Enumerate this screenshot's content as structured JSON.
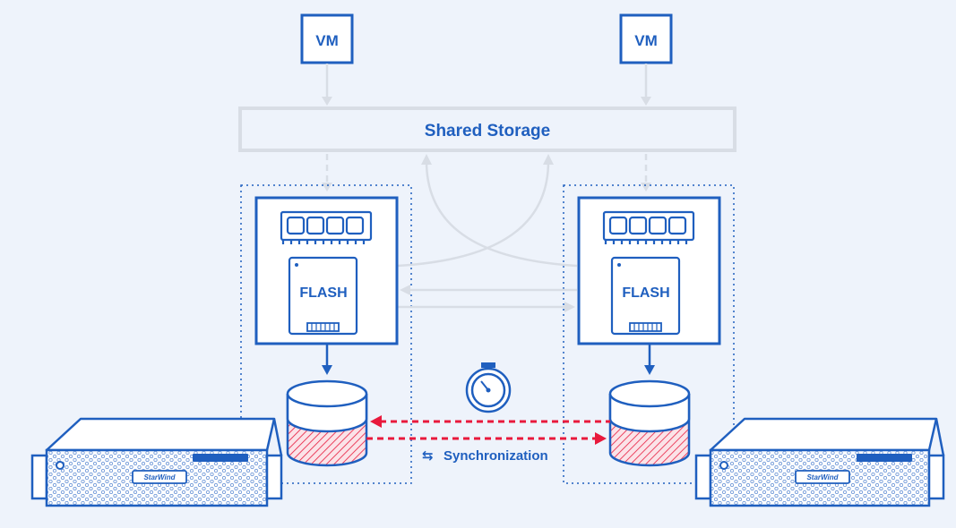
{
  "diagram": {
    "vm_left_label": "VM",
    "vm_right_label": "VM",
    "shared_storage_label": "Shared Storage",
    "flash_left_label": "FLASH",
    "flash_right_label": "FLASH",
    "sync_arrows_glyph": "⇆",
    "sync_label": "Synchronization",
    "brand_left": "StarWind",
    "brand_right": "StarWind"
  },
  "colors": {
    "primary_blue": "#1f5fbf",
    "light_gray": "#d8dde5",
    "sync_red": "#e8193c",
    "background": "#eef3fb"
  }
}
